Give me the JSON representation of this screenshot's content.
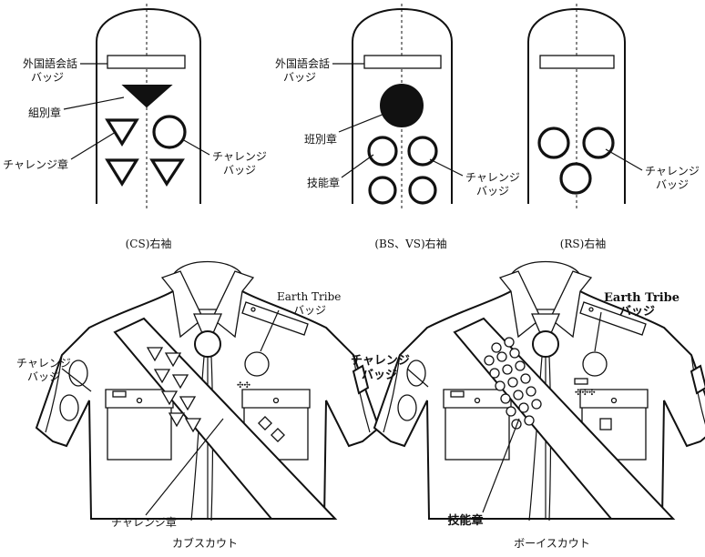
{
  "sleeves": {
    "cs": {
      "caption": "(CS)右袖",
      "foreign_badge": "外国語会話\nバッジ",
      "group_badge": "組別章",
      "challenge_insignia": "チャレンジ章",
      "challenge_badge": "チャレンジ\nバッジ"
    },
    "bs_vs": {
      "caption": "(BS、VS)右袖",
      "foreign_badge": "外国語会話\nバッジ",
      "patrol_badge": "班別章",
      "skill_badge": "技能章",
      "challenge_badge": "チャレンジ\nバッジ"
    },
    "rs": {
      "caption": "(RS)右袖",
      "challenge_badge": "チャレンジ\nバッジ"
    }
  },
  "shirts": {
    "cub": {
      "caption": "カブスカウト",
      "earth_tribe": "Earth Tribe\nバッジ",
      "challenge_badge": "チャレンジ\nバッジ",
      "challenge_insignia": "チャレンジ章"
    },
    "boy": {
      "caption": "ボーイスカウト",
      "earth_tribe": "Earth Tribe\nバッジ",
      "challenge_badge": "チャレンジ\nバッジ",
      "skill_badge": "技能章"
    }
  }
}
